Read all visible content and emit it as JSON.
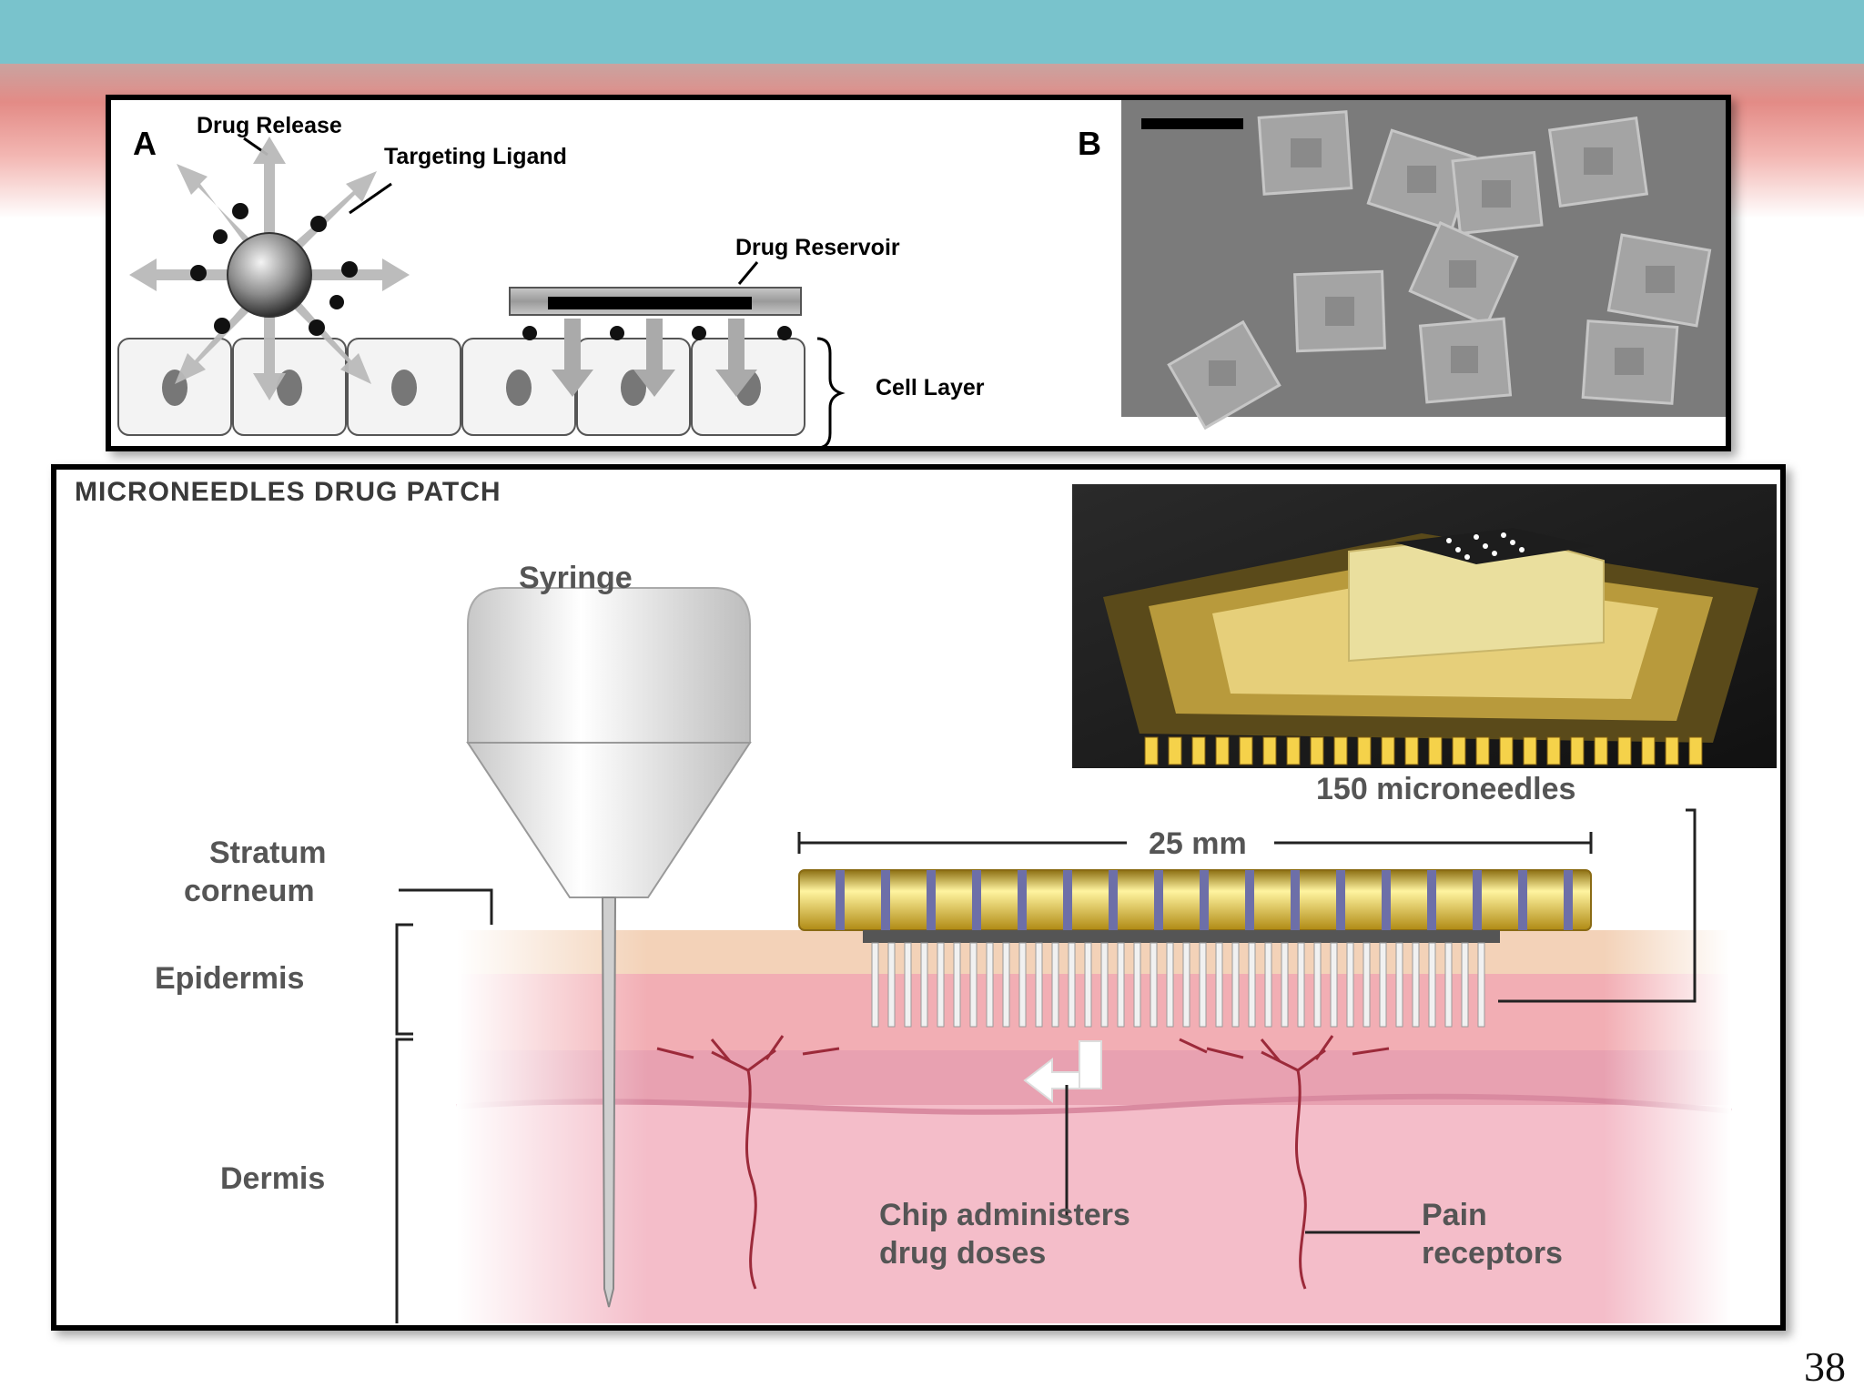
{
  "slide": {
    "page_number": "38",
    "colors": {
      "header_bar": "#79c3cc",
      "accent_band": "#e38b86"
    }
  },
  "figure_top": {
    "panel_a": {
      "letter": "A",
      "labels": {
        "drug_release": "Drug Release",
        "targeting_ligand": "Targeting Ligand",
        "drug_reservoir": "Drug Reservoir",
        "cell_layer": "Cell Layer"
      }
    },
    "panel_b": {
      "letter": "B"
    }
  },
  "figure_bottom": {
    "title": "MICRONEEDLES DRUG PATCH",
    "labels": {
      "syringe": "Syringe",
      "stratum_line1": "Stratum",
      "stratum_line2": "corneum",
      "epidermis": "Epidermis",
      "dermis": "Dermis",
      "microneedles": "150 microneedles",
      "width": "25 mm",
      "chip_line1": "Chip administers",
      "chip_line2": "drug doses",
      "pain_line1": "Pain",
      "pain_line2": "receptors"
    }
  }
}
